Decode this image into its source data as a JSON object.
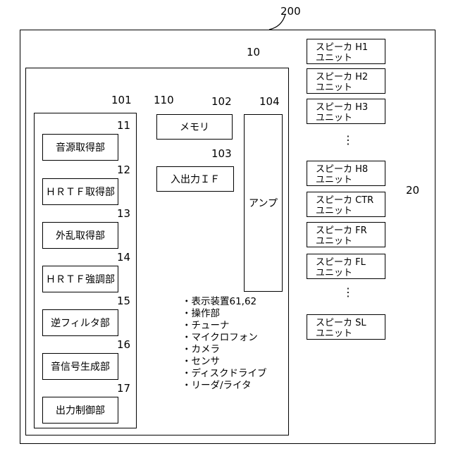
{
  "refs": {
    "outer": "200",
    "device": "10",
    "cpu": "101",
    "bus": "110",
    "memory": "102",
    "io": "103",
    "amp": "104",
    "speakers": "20",
    "unit_11": "11",
    "unit_12": "12",
    "unit_13": "13",
    "unit_14": "14",
    "unit_15": "15",
    "unit_16": "16",
    "unit_17": "17"
  },
  "units": {
    "u11": "音源取得部",
    "u12": "ＨＲＴＦ取得部",
    "u13": "外乱取得部",
    "u14": "ＨＲＴＦ強調部",
    "u15": "逆フィルタ部",
    "u16": "音信号生成部",
    "u17": "出力制御部"
  },
  "blocks": {
    "memory": "メモリ",
    "io": "入出力ＩＦ",
    "amp": "アンプ"
  },
  "speakers": [
    {
      "line1": "スピーカ H1",
      "line2": "ユニット"
    },
    {
      "line1": "スピーカ H2",
      "line2": "ユニット"
    },
    {
      "line1": "スピーカ H3",
      "line2": "ユニット"
    },
    {
      "line1": "スピーカ H8",
      "line2": "ユニット"
    },
    {
      "line1": "スピーカ CTR",
      "line2": "ユニット"
    },
    {
      "line1": "スピーカ FR",
      "line2": "ユニット"
    },
    {
      "line1": "スピーカ FL",
      "line2": "ユニット"
    },
    {
      "line1": "スピーカ SL",
      "line2": "ユニット"
    }
  ],
  "ellipsis": "⋮",
  "peripherals": [
    "・表示装置61,62",
    "・操作部",
    "・チューナ",
    "・マイクロフォン",
    "・カメラ",
    "・センサ",
    "・ディスクドライブ",
    "・リーダ/ライタ"
  ]
}
